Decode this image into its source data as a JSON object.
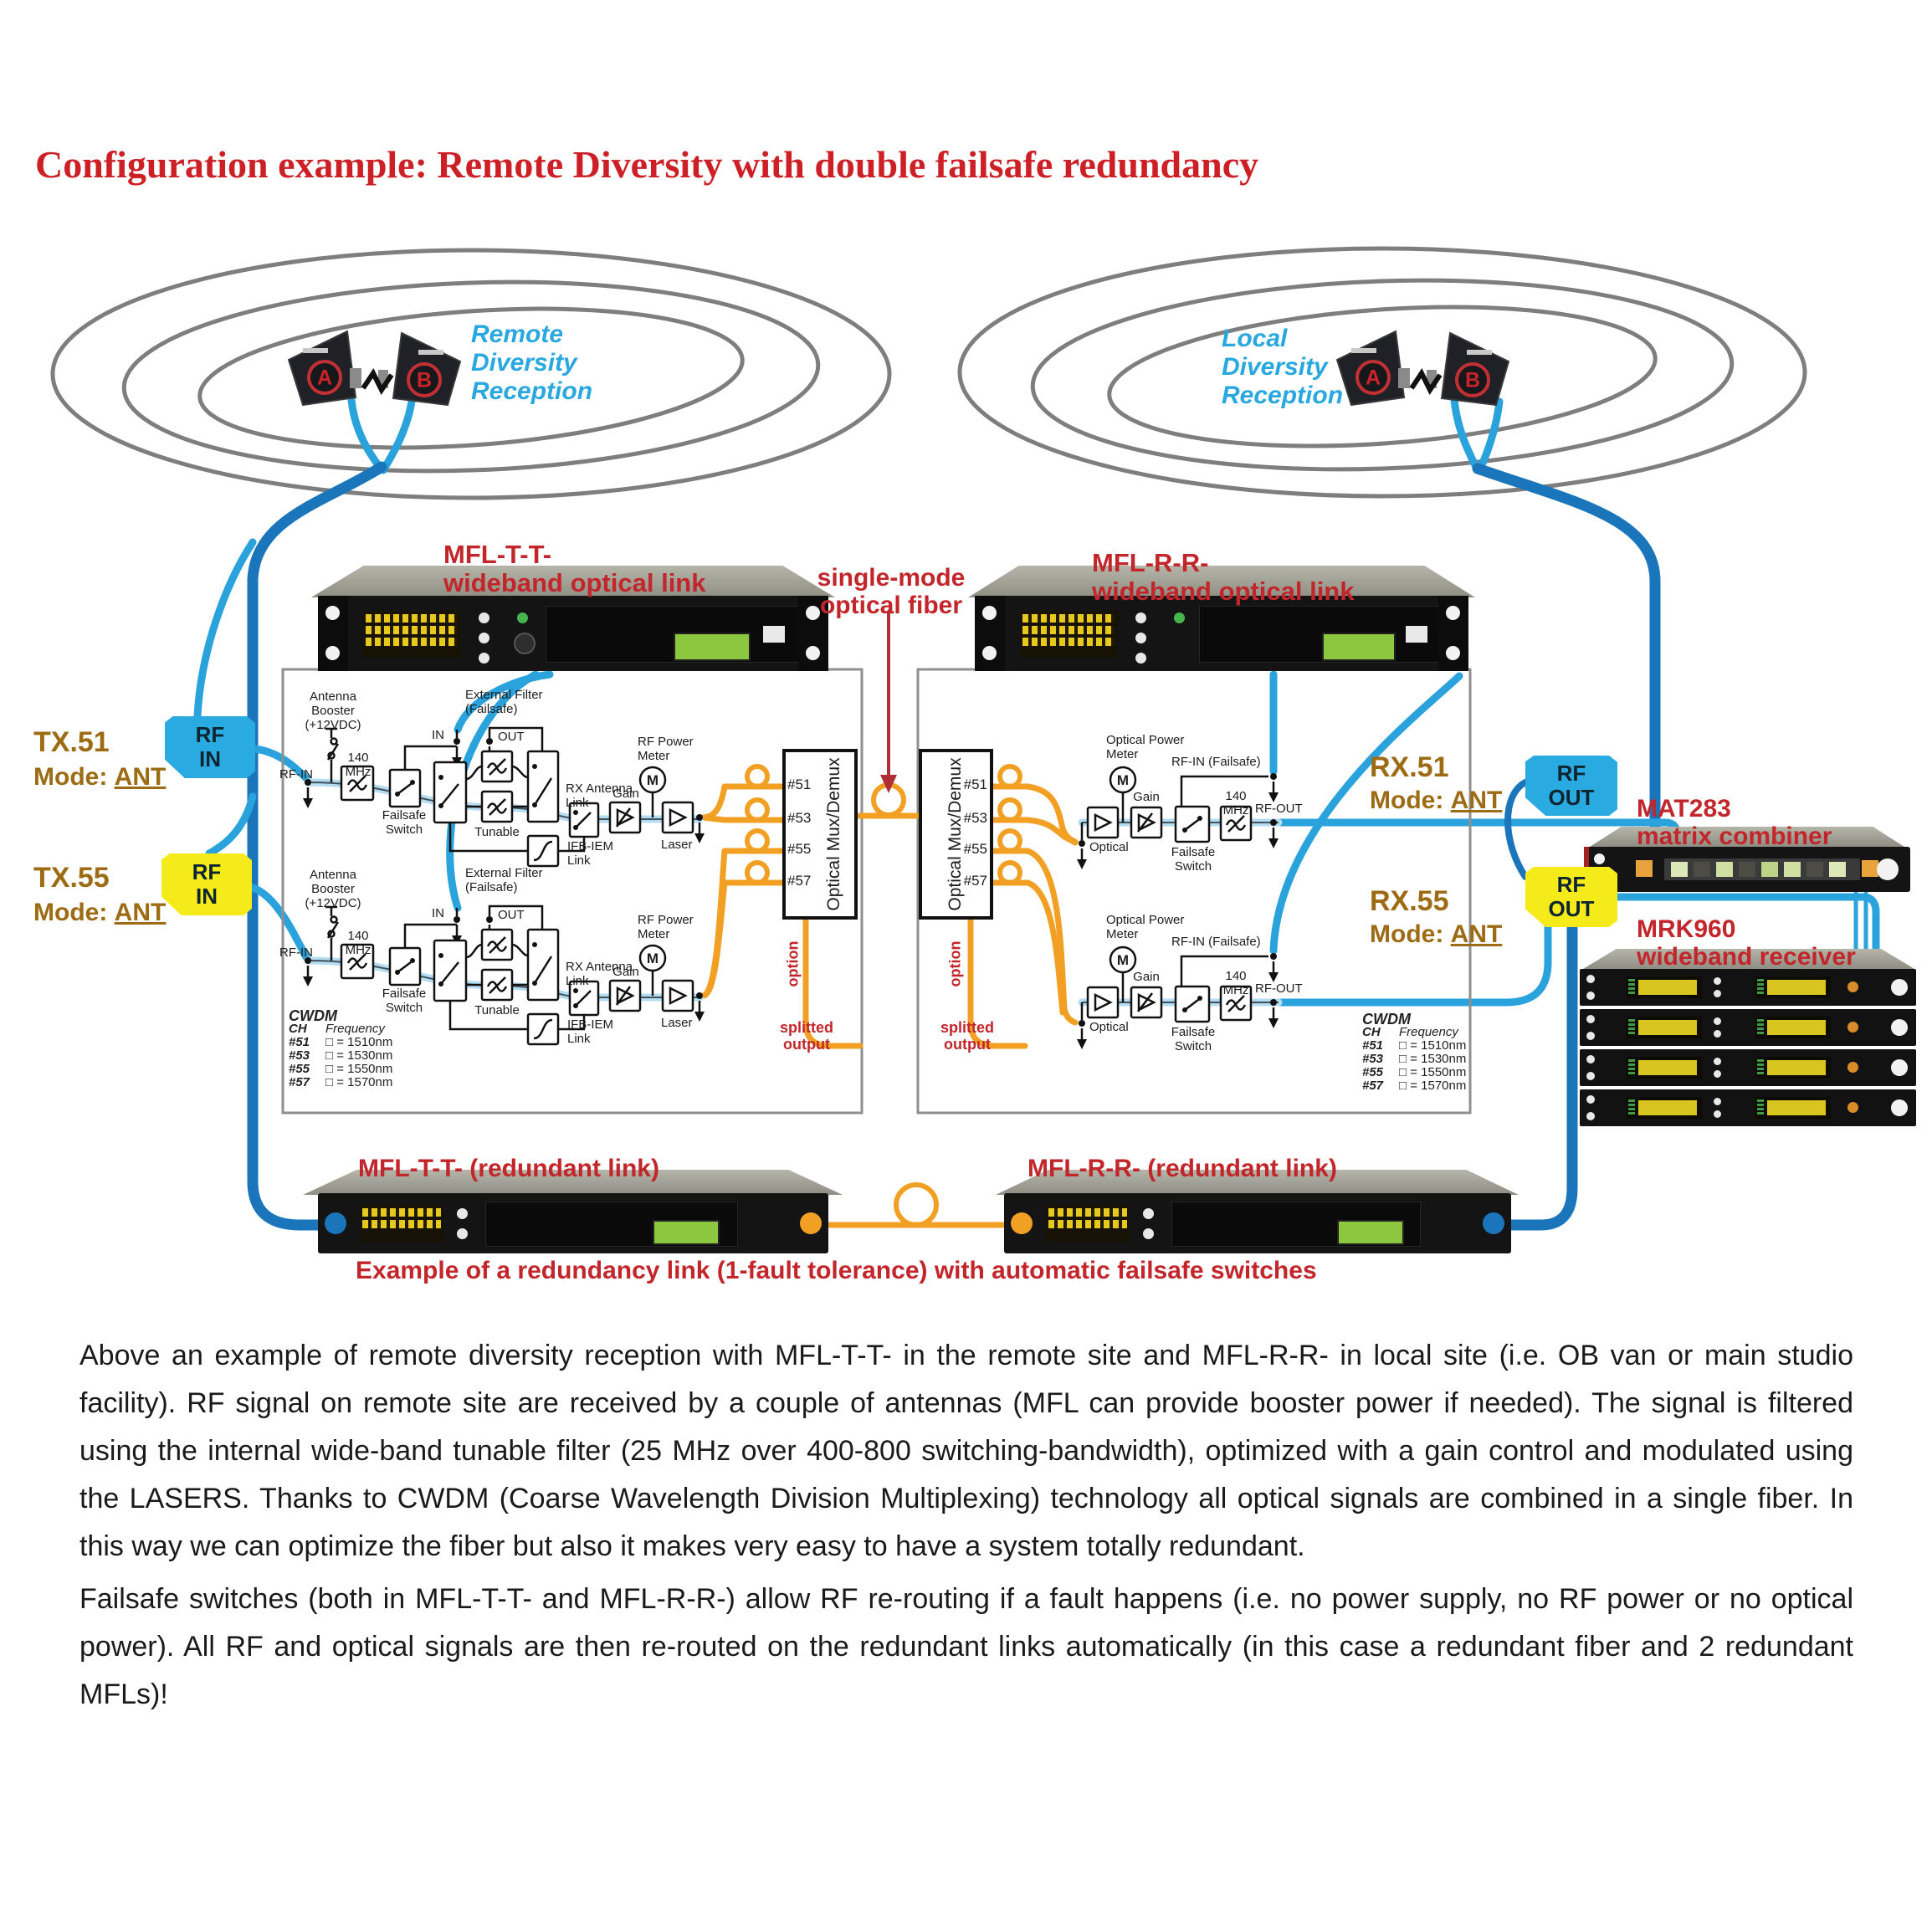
{
  "title": "Configuration example: Remote Diversity with double failsafe redundancy",
  "reception": {
    "remote_label": "Remote\nDiversity\nReception",
    "local_label": "Local\nDiversity\nReception",
    "antenna_a": "A",
    "antenna_b": "B"
  },
  "links": {
    "tx_name": "MFL-T-T-",
    "tx_subtitle": "wideband optical link",
    "rx_name": "MFL-R-R-",
    "rx_subtitle": "wideband optical link",
    "fiber_label": "single-mode\noptical fiber",
    "tx_redundant": "MFL-T-T- (redundant link)",
    "rx_redundant": "MFL-R-R- (redundant link)",
    "redundant_caption": "Example of a redundancy link (1-fault tolerance) with automatic failsafe switches"
  },
  "combiner": {
    "name": "MAT283",
    "subtitle": "matrix combiner"
  },
  "receiver": {
    "name": "MRK960",
    "subtitle": "wideband receiver"
  },
  "channels": {
    "tx51": "TX.51",
    "tx55": "TX.55",
    "rx51": "RX.51",
    "rx55": "RX.55",
    "mode_label": "Mode:",
    "mode_value": "ANT"
  },
  "io": {
    "rf_in": "RF\nIN",
    "rf_out": "RF\nOUT"
  },
  "tx_block": {
    "antenna_booster": "Antenna\nBooster\n(+12VDC)",
    "rf_in": "RF-IN",
    "mhz140": "140 MHz",
    "failsafe": "Failsafe\nSwitch",
    "external_filter": "External Filter\n(Failsafe)",
    "in": "IN",
    "out": "OUT",
    "tunable": "Tunable",
    "rx_antenna_link": "RX Antenna\nLink",
    "ifb_iem_link": "IFB-IEM\nLink",
    "gain": "Gain",
    "rf_power_meter": "RF Power\nMeter",
    "meter": "M",
    "laser": "Laser"
  },
  "rx_block": {
    "optical_power_meter": "Optical Power\nMeter",
    "meter": "M",
    "optical": "Optical",
    "gain": "Gain",
    "failsafe": "Failsafe\nSwitch",
    "mhz140": "140 MHz",
    "rf_in_failsafe": "RF-IN (Failsafe)",
    "rf_out": "RF-OUT"
  },
  "mux": {
    "label": "Optical Mux/Demux",
    "ports": [
      "#51",
      "#53",
      "#55",
      "#57"
    ],
    "option": "option",
    "splitted_output": "splitted\noutput"
  },
  "cwdm": {
    "title": "CWDM",
    "ch_header": "CH",
    "freq_header": "Frequency",
    "rows": [
      {
        "ch": "#51",
        "freq": "□ = 1510nm"
      },
      {
        "ch": "#53",
        "freq": "□ = 1530nm"
      },
      {
        "ch": "#55",
        "freq": "□ = 1550nm"
      },
      {
        "ch": "#57",
        "freq": "□ = 1570nm"
      }
    ]
  },
  "body": {
    "p1": "Above an example of remote diversity reception with MFL-T-T- in the remote site and MFL-R-R- in local site (i.e. OB van or main studio facility). RF signal on remote site are received by a couple of antennas (MFL can provide booster power if needed). The signal is filtered using the internal wide-band tunable filter (25 MHz over 400-800 switching-bandwidth), optimized with a gain control and modulated using the LASERS. Thanks to CWDM (Coarse Wavelength Division Multiplexing) technology all optical signals are combined in a single fiber. In this way we can optimize the fiber but also it makes very easy to have a system totally redundant.",
    "p2": "Failsafe switches (both in MFL-T-T- and MFL-R-R-) allow RF re-routing if a fault happens (i.e. no power supply, no RF power or no optical power). All RF and optical signals are then re-routed on the redundant links automatically (in this case a redundant fiber and 2 redundant MFLs)!"
  },
  "colors": {
    "accent_red": "#c2262b",
    "cyan_text": "#29a8df",
    "blue_cable": "#1b75bb",
    "fiber_orange": "#f2a024",
    "mode_brown": "#9c6b14",
    "rf_box_cyan": "#29abe2",
    "rf_box_yellow": "#f5eb1a"
  }
}
